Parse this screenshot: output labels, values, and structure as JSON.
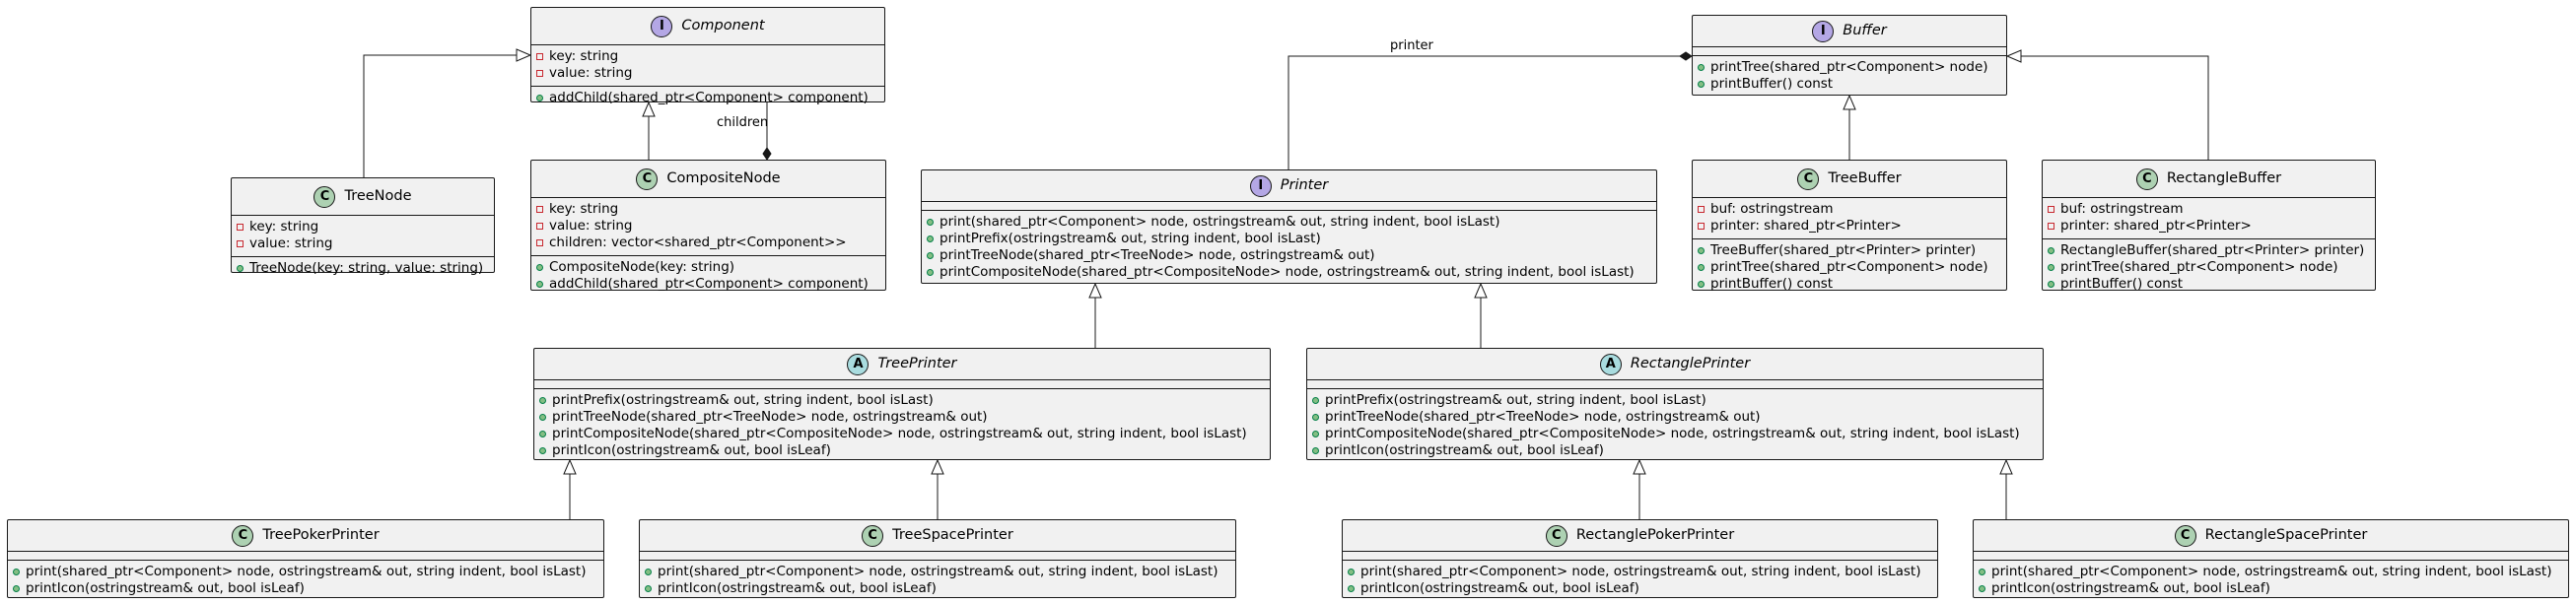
{
  "classes": {
    "component": {
      "stereotype": "I",
      "name": "Component",
      "attributes": [
        "key: string",
        "value: string"
      ],
      "methods": [
        "addChild(shared_ptr<Component> component)"
      ]
    },
    "treenode": {
      "stereotype": "C",
      "name": "TreeNode",
      "attributes": [
        "key: string",
        "value: string"
      ],
      "methods": [
        "TreeNode(key: string, value: string)"
      ]
    },
    "compositenode": {
      "stereotype": "C",
      "name": "CompositeNode",
      "attributes": [
        "key: string",
        "value: string",
        "children: vector<shared_ptr<Component>>"
      ],
      "methods": [
        "CompositeNode(key: string)",
        "addChild(shared_ptr<Component> component)"
      ]
    },
    "buffer": {
      "stereotype": "I",
      "name": "Buffer",
      "attributes": [],
      "methods": [
        "printTree(shared_ptr<Component> node)",
        "printBuffer() const"
      ]
    },
    "printer": {
      "stereotype": "I",
      "name": "Printer",
      "attributes": [],
      "methods": [
        "print(shared_ptr<Component> node, ostringstream& out, string indent, bool isLast)",
        "printPrefix(ostringstream& out, string indent, bool isLast)",
        "printTreeNode(shared_ptr<TreeNode> node, ostringstream& out)",
        "printCompositeNode(shared_ptr<CompositeNode> node, ostringstream& out, string indent, bool isLast)"
      ]
    },
    "treebuffer": {
      "stereotype": "C",
      "name": "TreeBuffer",
      "attributes": [
        "buf: ostringstream",
        "printer: shared_ptr<Printer>"
      ],
      "methods": [
        "TreeBuffer(shared_ptr<Printer> printer)",
        "printTree(shared_ptr<Component> node)",
        "printBuffer() const"
      ]
    },
    "rectanglebuffer": {
      "stereotype": "C",
      "name": "RectangleBuffer",
      "attributes": [
        "buf: ostringstream",
        "printer: shared_ptr<Printer>"
      ],
      "methods": [
        "RectangleBuffer(shared_ptr<Printer> printer)",
        "printTree(shared_ptr<Component> node)",
        "printBuffer() const"
      ]
    },
    "treeprinter": {
      "stereotype": "A",
      "name": "TreePrinter",
      "attributes": [],
      "methods": [
        "printPrefix(ostringstream& out, string indent, bool isLast)",
        "printTreeNode(shared_ptr<TreeNode> node, ostringstream& out)",
        "printCompositeNode(shared_ptr<CompositeNode> node, ostringstream& out, string indent, bool isLast)",
        "printIcon(ostringstream& out, bool isLeaf)"
      ]
    },
    "rectangleprinter": {
      "stereotype": "A",
      "name": "RectanglePrinter",
      "attributes": [],
      "methods": [
        "printPrefix(ostringstream& out, string indent, bool isLast)",
        "printTreeNode(shared_ptr<TreeNode> node, ostringstream& out)",
        "printCompositeNode(shared_ptr<CompositeNode> node, ostringstream& out, string indent, bool isLast)",
        "printIcon(ostringstream& out, bool isLeaf)"
      ]
    },
    "treepokerprinter": {
      "stereotype": "C",
      "name": "TreePokerPrinter",
      "attributes": [],
      "methods": [
        "print(shared_ptr<Component> node, ostringstream& out, string indent, bool isLast)",
        "printIcon(ostringstream& out, bool isLeaf)"
      ]
    },
    "treespaceprinter": {
      "stereotype": "C",
      "name": "TreeSpacePrinter",
      "attributes": [],
      "methods": [
        "print(shared_ptr<Component> node, ostringstream& out, string indent, bool isLast)",
        "printIcon(ostringstream& out, bool isLeaf)"
      ]
    },
    "rectanglepokerprinter": {
      "stereotype": "C",
      "name": "RectanglePokerPrinter",
      "attributes": [],
      "methods": [
        "print(shared_ptr<Component> node, ostringstream& out, string indent, bool isLast)",
        "printIcon(ostringstream& out, bool isLeaf)"
      ]
    },
    "rectanglespaceprinter": {
      "stereotype": "C",
      "name": "RectangleSpacePrinter",
      "attributes": [],
      "methods": [
        "print(shared_ptr<Component> node, ostringstream& out, string indent, bool isLast)",
        "printIcon(ostringstream& out, bool isLeaf)"
      ]
    }
  },
  "relations": [
    {
      "type": "inheritance",
      "from": "TreeNode",
      "to": "Component"
    },
    {
      "type": "inheritance",
      "from": "CompositeNode",
      "to": "Component"
    },
    {
      "type": "composition",
      "from": "Component",
      "to": "CompositeNode",
      "label": "children"
    },
    {
      "type": "composition",
      "from": "Printer",
      "to": "Buffer",
      "label": "printer"
    },
    {
      "type": "inheritance",
      "from": "TreeBuffer",
      "to": "Buffer"
    },
    {
      "type": "inheritance",
      "from": "RectangleBuffer",
      "to": "Buffer"
    },
    {
      "type": "inheritance",
      "from": "TreePrinter",
      "to": "Printer"
    },
    {
      "type": "inheritance",
      "from": "RectanglePrinter",
      "to": "Printer"
    },
    {
      "type": "inheritance",
      "from": "TreePokerPrinter",
      "to": "TreePrinter"
    },
    {
      "type": "inheritance",
      "from": "TreeSpacePrinter",
      "to": "TreePrinter"
    },
    {
      "type": "inheritance",
      "from": "RectanglePokerPrinter",
      "to": "RectanglePrinter"
    },
    {
      "type": "inheritance",
      "from": "RectangleSpacePrinter",
      "to": "RectanglePrinter"
    }
  ],
  "labels": {
    "children": "children",
    "printer": "printer"
  },
  "colors": {
    "class_icon": "#add1b2",
    "interface_icon": "#b4a7e5",
    "abstract_icon": "#a9dcdf",
    "box_fill": "#f1f1f1",
    "border": "#181818",
    "private_marker": "#c82930",
    "public_marker": "#84be84"
  }
}
